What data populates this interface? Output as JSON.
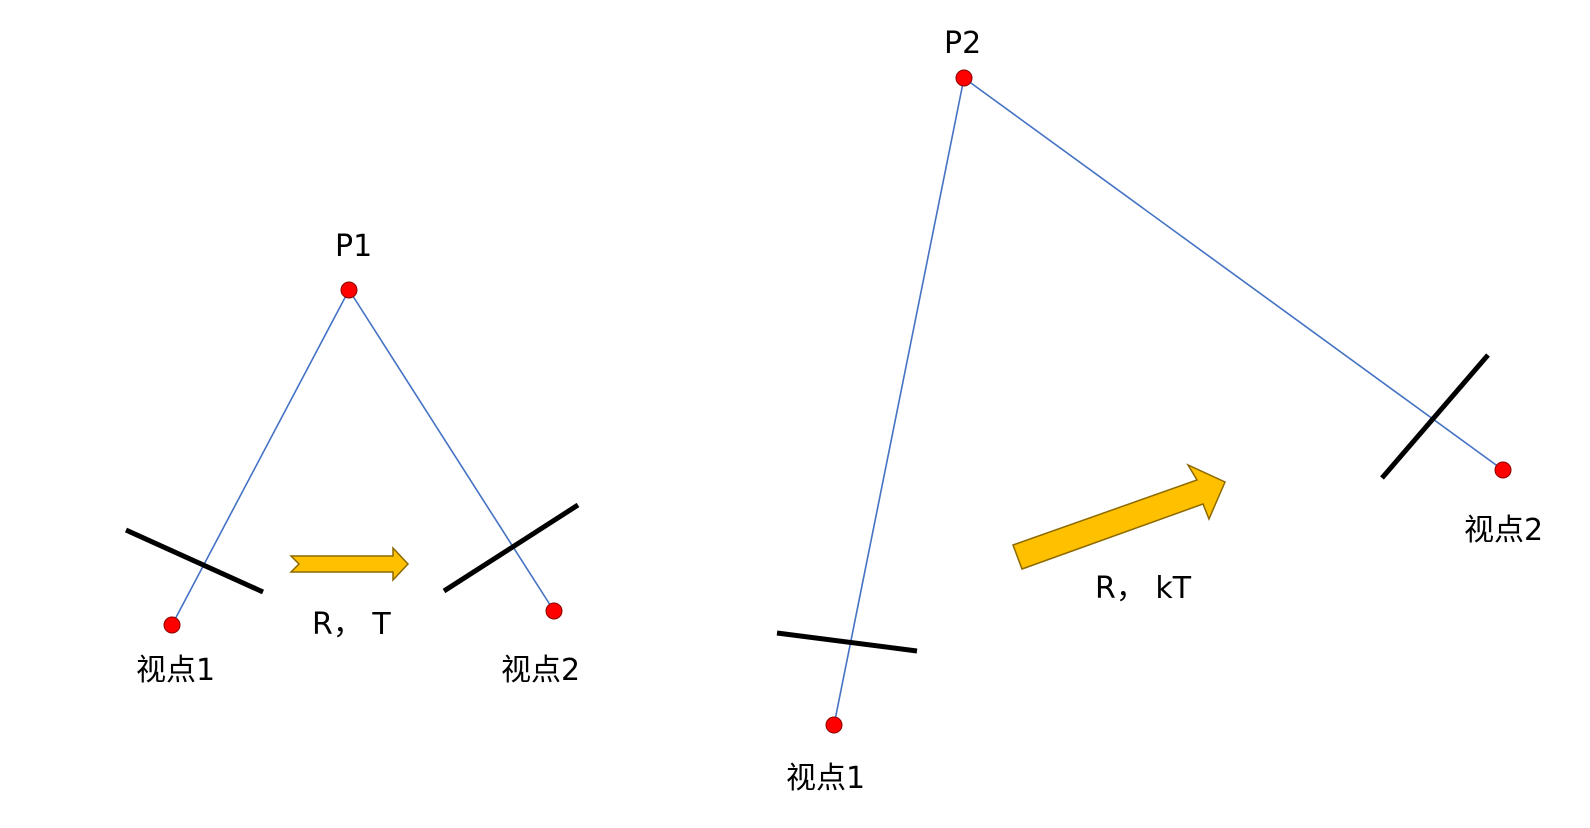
{
  "colors": {
    "ray": "#4472C4",
    "point": "#FF0000",
    "plane": "#000000",
    "arrow": "#FFC000"
  },
  "left_scene": {
    "point_label": "P1",
    "view1_label": "视点1",
    "view2_label": "视点2",
    "motion_label": "R， T"
  },
  "right_scene": {
    "point_label": "P2",
    "view1_label": "视点1",
    "view2_label": "视点2",
    "motion_label": "R， kT"
  }
}
